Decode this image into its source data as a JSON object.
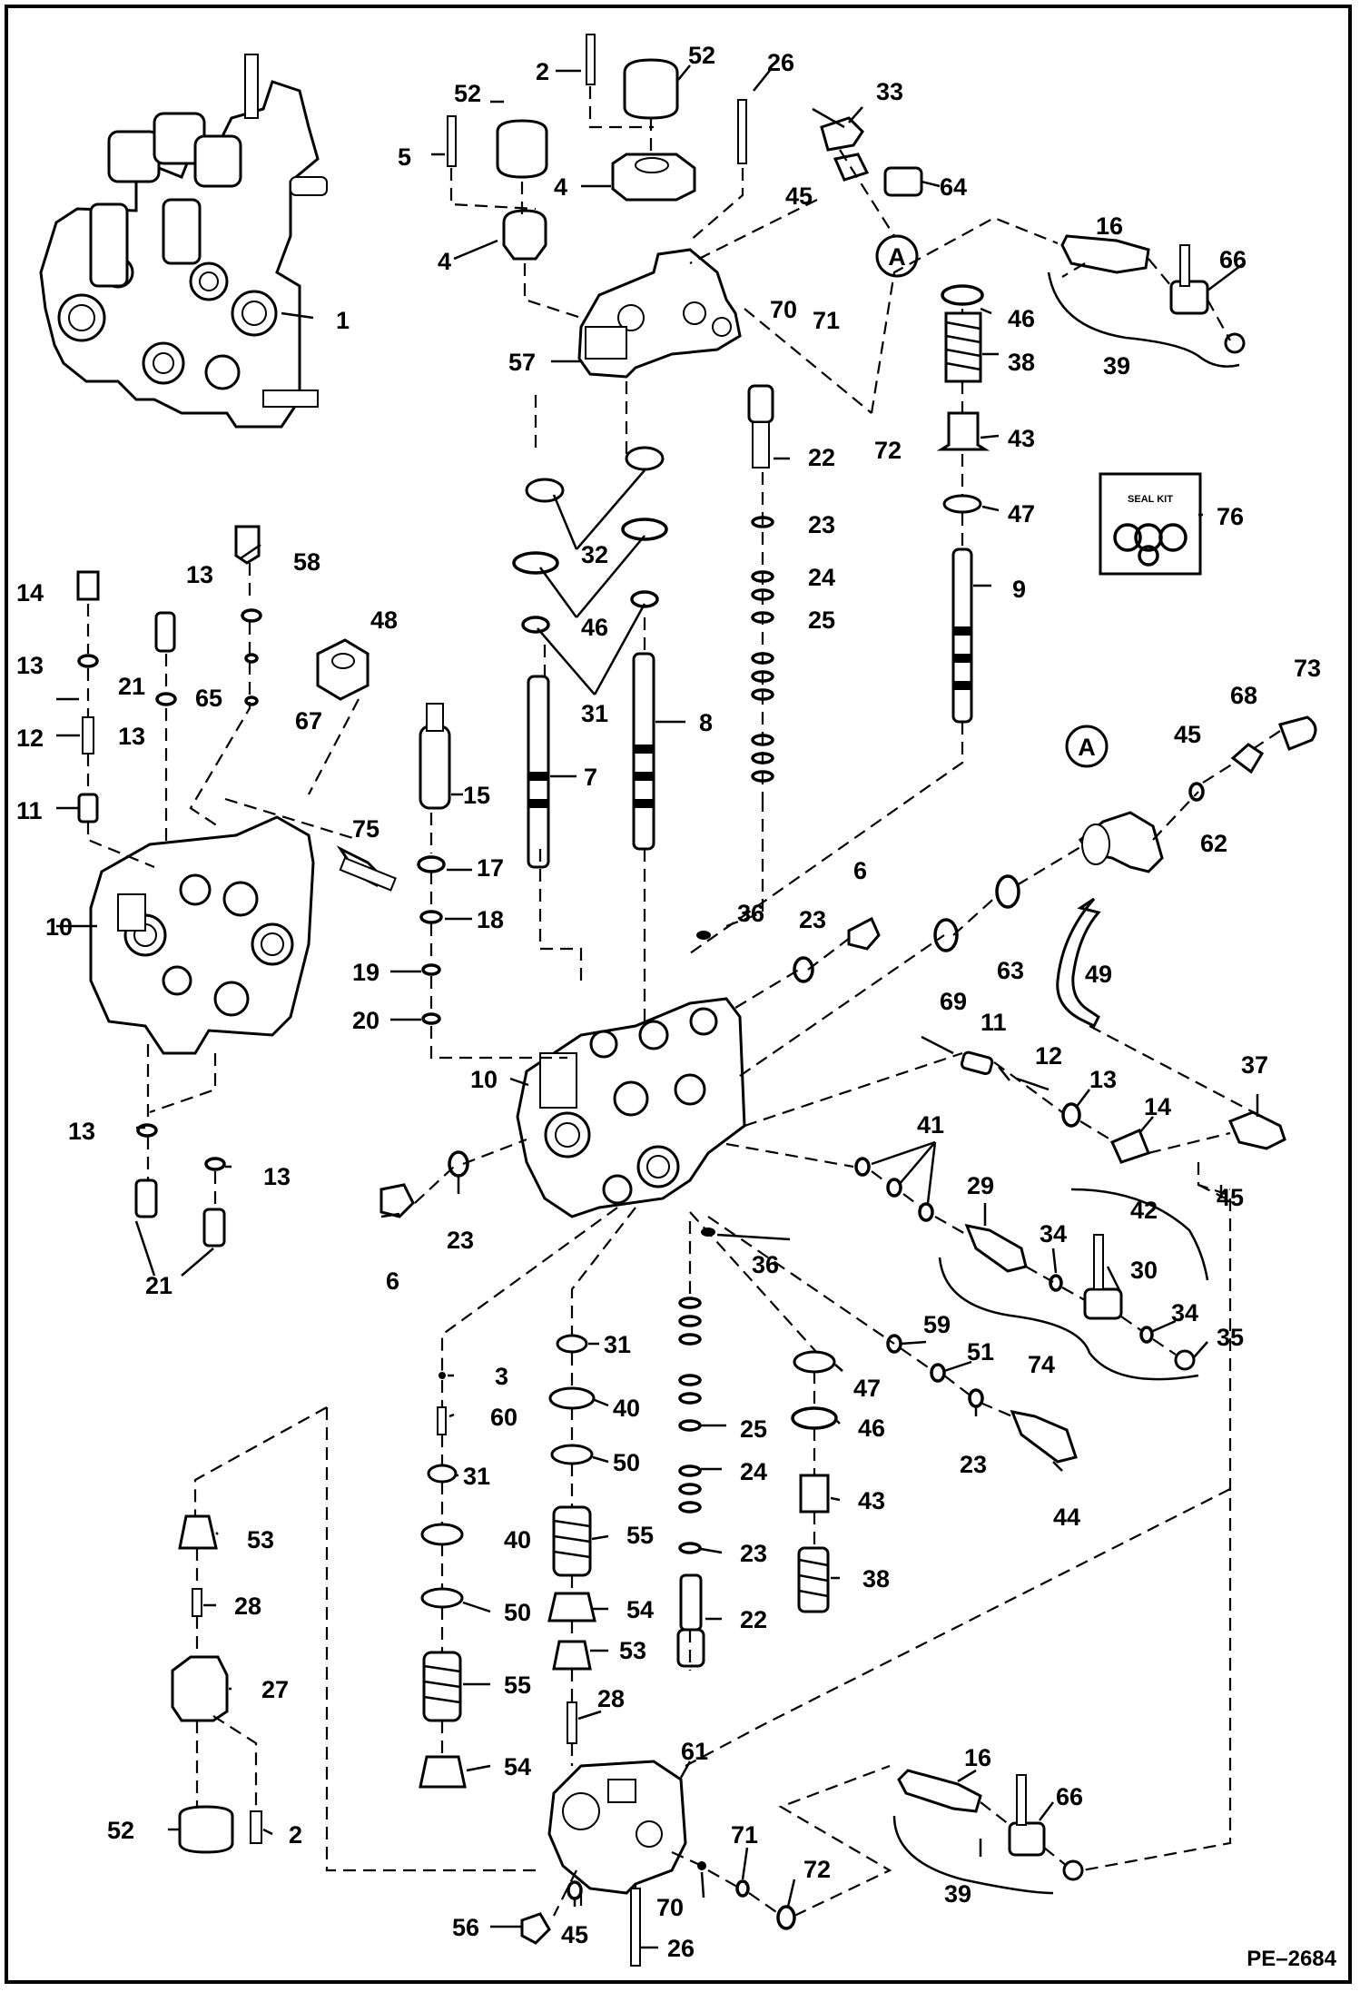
{
  "figure": {
    "code": "PE–2684",
    "seal_kit_label": "SEAL KIT",
    "callout_a": "A"
  },
  "labels": [
    {
      "id": "l2a",
      "text": "2"
    },
    {
      "id": "l52a",
      "text": "52"
    },
    {
      "id": "l26a",
      "text": "26"
    },
    {
      "id": "l33",
      "text": "33"
    },
    {
      "id": "l52b",
      "text": "52"
    },
    {
      "id": "l5",
      "text": "5"
    },
    {
      "id": "l4a",
      "text": "4"
    },
    {
      "id": "l64",
      "text": "64"
    },
    {
      "id": "l45a",
      "text": "45"
    },
    {
      "id": "l4b",
      "text": "4"
    },
    {
      "id": "l16a",
      "text": "16"
    },
    {
      "id": "l66a",
      "text": "66"
    },
    {
      "id": "l1",
      "text": "1"
    },
    {
      "id": "l70a",
      "text": "70"
    },
    {
      "id": "l71a",
      "text": "71"
    },
    {
      "id": "l46a",
      "text": "46"
    },
    {
      "id": "l57",
      "text": "57"
    },
    {
      "id": "l38a",
      "text": "38"
    },
    {
      "id": "l39a",
      "text": "39"
    },
    {
      "id": "l72a",
      "text": "72"
    },
    {
      "id": "l43a",
      "text": "43"
    },
    {
      "id": "l22a",
      "text": "22"
    },
    {
      "id": "l23a",
      "text": "23"
    },
    {
      "id": "l47a",
      "text": "47"
    },
    {
      "id": "l76",
      "text": "76"
    },
    {
      "id": "l32",
      "text": "32"
    },
    {
      "id": "l58",
      "text": "58"
    },
    {
      "id": "l24a",
      "text": "24"
    },
    {
      "id": "l14a",
      "text": "14"
    },
    {
      "id": "l13a",
      "text": "13"
    },
    {
      "id": "l9",
      "text": "9"
    },
    {
      "id": "l46b",
      "text": "46"
    },
    {
      "id": "l25a",
      "text": "25"
    },
    {
      "id": "l48",
      "text": "48"
    },
    {
      "id": "l13b",
      "text": "13"
    },
    {
      "id": "l21a",
      "text": "21"
    },
    {
      "id": "l65",
      "text": "65"
    },
    {
      "id": "l31a",
      "text": "31"
    },
    {
      "id": "l13c",
      "text": "13"
    },
    {
      "id": "l67",
      "text": "67"
    },
    {
      "id": "l8",
      "text": "8"
    },
    {
      "id": "l73",
      "text": "73"
    },
    {
      "id": "l12a",
      "text": "12"
    },
    {
      "id": "l68",
      "text": "68"
    },
    {
      "id": "l45b",
      "text": "45"
    },
    {
      "id": "l11a",
      "text": "11"
    },
    {
      "id": "l15",
      "text": "15"
    },
    {
      "id": "l7",
      "text": "7"
    },
    {
      "id": "l62",
      "text": "62"
    },
    {
      "id": "l75",
      "text": "75"
    },
    {
      "id": "l17",
      "text": "17"
    },
    {
      "id": "l6a",
      "text": "6"
    },
    {
      "id": "l10a",
      "text": "10"
    },
    {
      "id": "l18",
      "text": "18"
    },
    {
      "id": "l36a",
      "text": "36"
    },
    {
      "id": "l23b",
      "text": "23"
    },
    {
      "id": "l19",
      "text": "19"
    },
    {
      "id": "l69",
      "text": "69"
    },
    {
      "id": "l63",
      "text": "63"
    },
    {
      "id": "l49",
      "text": "49"
    },
    {
      "id": "l20",
      "text": "20"
    },
    {
      "id": "l11b",
      "text": "11"
    },
    {
      "id": "l12b",
      "text": "12"
    },
    {
      "id": "l10b",
      "text": "10"
    },
    {
      "id": "l13d",
      "text": "13"
    },
    {
      "id": "l37",
      "text": "37"
    },
    {
      "id": "l14b",
      "text": "14"
    },
    {
      "id": "l41",
      "text": "41"
    },
    {
      "id": "l13e",
      "text": "13"
    },
    {
      "id": "l13f",
      "text": "13"
    },
    {
      "id": "l29",
      "text": "29"
    },
    {
      "id": "l45c",
      "text": "45"
    },
    {
      "id": "l42",
      "text": "42"
    },
    {
      "id": "l23c",
      "text": "23"
    },
    {
      "id": "l34a",
      "text": "34"
    },
    {
      "id": "l6b",
      "text": "6"
    },
    {
      "id": "l36b",
      "text": "36"
    },
    {
      "id": "l30",
      "text": "30"
    },
    {
      "id": "l21b",
      "text": "21"
    },
    {
      "id": "l34b",
      "text": "34"
    },
    {
      "id": "l35",
      "text": "35"
    },
    {
      "id": "l31b",
      "text": "31"
    },
    {
      "id": "l59",
      "text": "59"
    },
    {
      "id": "l3",
      "text": "3"
    },
    {
      "id": "l74",
      "text": "74"
    },
    {
      "id": "l51",
      "text": "51"
    },
    {
      "id": "l47b",
      "text": "47"
    },
    {
      "id": "l40a",
      "text": "40"
    },
    {
      "id": "l60",
      "text": "60"
    },
    {
      "id": "l25b",
      "text": "25"
    },
    {
      "id": "l46c",
      "text": "46"
    },
    {
      "id": "l23d",
      "text": "23"
    },
    {
      "id": "l50a",
      "text": "50"
    },
    {
      "id": "l31c",
      "text": "31"
    },
    {
      "id": "l24b",
      "text": "24"
    },
    {
      "id": "l43b",
      "text": "43"
    },
    {
      "id": "l44",
      "text": "44"
    },
    {
      "id": "l53a",
      "text": "53"
    },
    {
      "id": "l40b",
      "text": "40"
    },
    {
      "id": "l55a",
      "text": "55"
    },
    {
      "id": "l23e",
      "text": "23"
    },
    {
      "id": "l38b",
      "text": "38"
    },
    {
      "id": "l28a",
      "text": "28"
    },
    {
      "id": "l50b",
      "text": "50"
    },
    {
      "id": "l54a",
      "text": "54"
    },
    {
      "id": "l22b",
      "text": "22"
    },
    {
      "id": "l53b",
      "text": "53"
    },
    {
      "id": "l27",
      "text": "27"
    },
    {
      "id": "l55b",
      "text": "55"
    },
    {
      "id": "l28b",
      "text": "28"
    },
    {
      "id": "l61",
      "text": "61"
    },
    {
      "id": "l16b",
      "text": "16"
    },
    {
      "id": "l54b",
      "text": "54"
    },
    {
      "id": "l66b",
      "text": "66"
    },
    {
      "id": "l52c",
      "text": "52"
    },
    {
      "id": "l2b",
      "text": "2"
    },
    {
      "id": "l71b",
      "text": "71"
    },
    {
      "id": "l72b",
      "text": "72"
    },
    {
      "id": "l70b",
      "text": "70"
    },
    {
      "id": "l39b",
      "text": "39"
    },
    {
      "id": "l56",
      "text": "56"
    },
    {
      "id": "l45d",
      "text": "45"
    },
    {
      "id": "l26b",
      "text": "26"
    }
  ]
}
